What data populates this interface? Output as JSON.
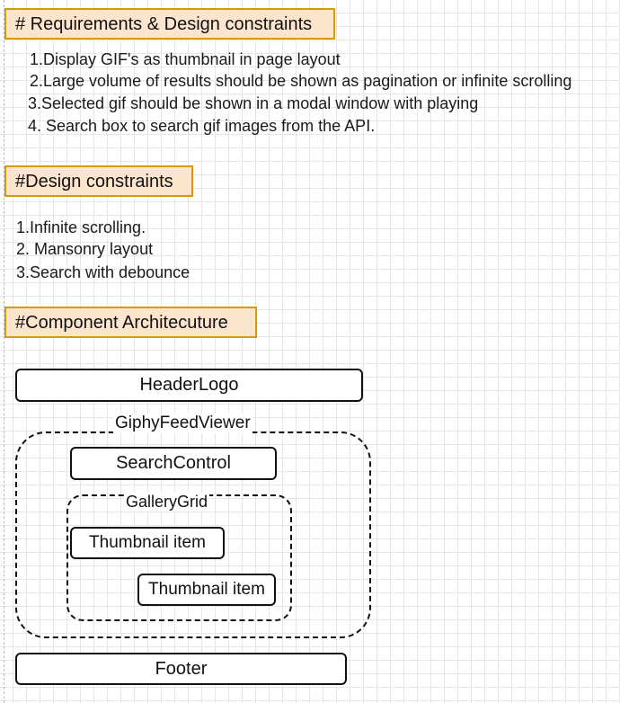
{
  "sections": {
    "requirements": {
      "heading": "# Requirements & Design constraints",
      "items": [
        "1.Display GIF's as thumbnail in page layout",
        "2.Large volume of results should be shown as pagination or infinite scrolling",
        "3.Selected gif should be shown in a modal window with playing",
        "4. Search box to search gif images from the API."
      ]
    },
    "design_constraints": {
      "heading": "#Design constraints",
      "items": [
        "1.Infinite scrolling.",
        "2. Mansonry layout",
        "3.Search with debounce"
      ]
    },
    "component_architecture": {
      "heading": "#Component Architecuture"
    }
  },
  "diagram": {
    "header_logo": "HeaderLogo",
    "giphy_feed_viewer": "GiphyFeedViewer",
    "search_control": "SearchControl",
    "gallery_grid": "GalleryGrid",
    "thumbnail_item_1": "Thumbnail item",
    "thumbnail_item_2": "Thumbnail item",
    "footer": "Footer"
  }
}
